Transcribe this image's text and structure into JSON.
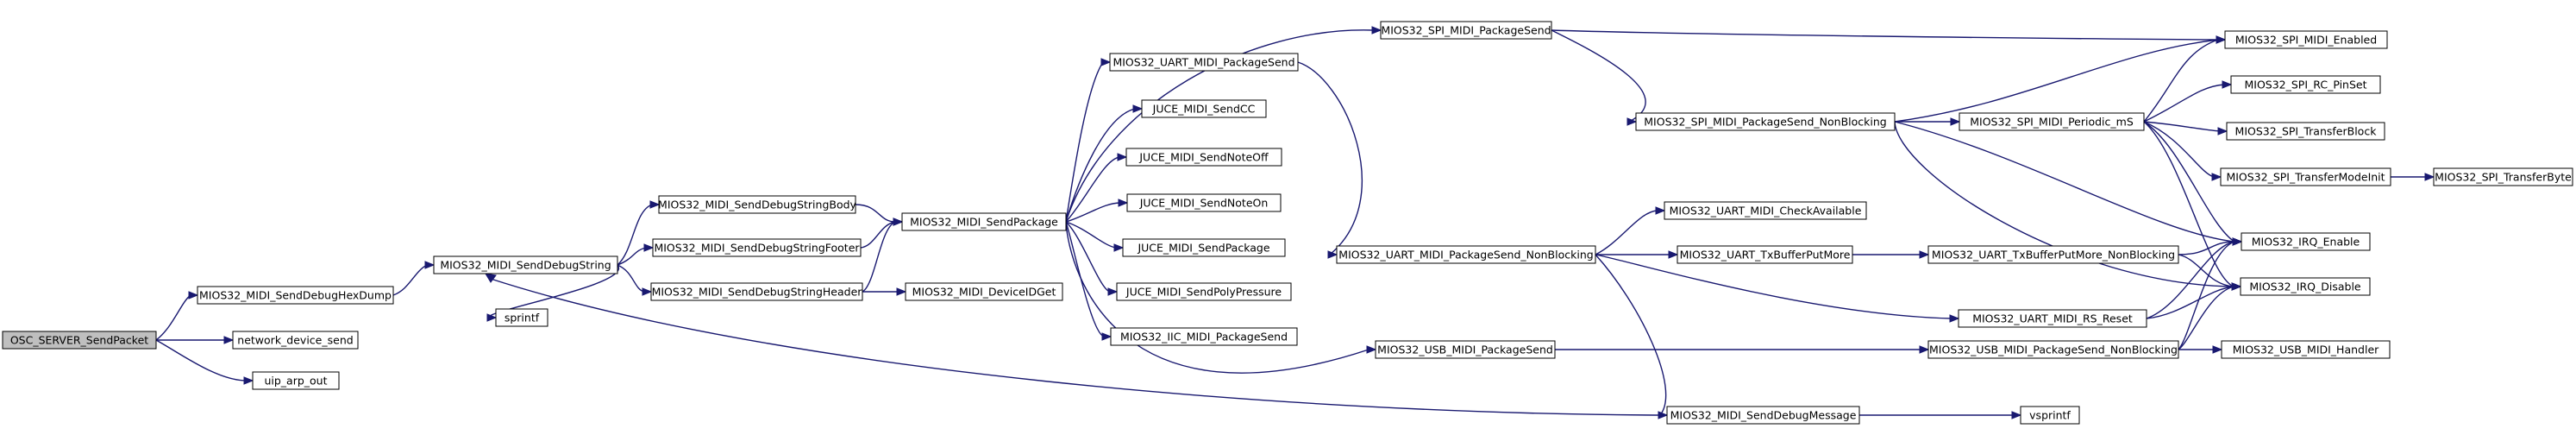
{
  "graph": {
    "colors": {
      "edge": "#191970",
      "node_border": "#000000",
      "node_fill": "#ffffff",
      "root_fill": "#bfbfbf",
      "background": "#ffffff"
    },
    "nodes": {
      "osc": "OSC_SERVER_SendPacket",
      "hexdump": "MIOS32_MIDI_SendDebugHexDump",
      "netsend": "network_device_send",
      "uiparp": "uip_arp_out",
      "dbgstring": "MIOS32_MIDI_SendDebugString",
      "sprintf": "sprintf",
      "body": "MIOS32_MIDI_SendDebugStringBody",
      "footer": "MIOS32_MIDI_SendDebugStringFooter",
      "header": "MIOS32_MIDI_SendDebugStringHeader",
      "sendpkg": "MIOS32_MIDI_SendPackage",
      "devid": "MIOS32_MIDI_DeviceIDGet",
      "uartpkg": "MIOS32_UART_MIDI_PackageSend",
      "jcc": "JUCE_MIDI_SendCC",
      "jnoff": "JUCE_MIDI_SendNoteOff",
      "jnon": "JUCE_MIDI_SendNoteOn",
      "jpkg": "JUCE_MIDI_SendPackage",
      "jpoly": "JUCE_MIDI_SendPolyPressure",
      "iic": "MIOS32_IIC_MIDI_PackageSend",
      "spipkg": "MIOS32_SPI_MIDI_PackageSend",
      "uartnb": "MIOS32_UART_MIDI_PackageSend_NonBlocking",
      "usbpkg": "MIOS32_USB_MIDI_PackageSend",
      "dbgmsg": "MIOS32_MIDI_SendDebugMessage",
      "spinb": "MIOS32_SPI_MIDI_PackageSend_NonBlocking",
      "checkavail": "MIOS32_UART_MIDI_CheckAvailable",
      "txput": "MIOS32_UART_TxBufferPutMore",
      "vsprintf": "vsprintf",
      "spiperiodic": "MIOS32_SPI_MIDI_Periodic_mS",
      "txputnb": "MIOS32_UART_TxBufferPutMore_NonBlocking",
      "rsreset": "MIOS32_UART_MIDI_RS_Reset",
      "usbnb": "MIOS32_USB_MIDI_PackageSend_NonBlocking",
      "spienabled": "MIOS32_SPI_MIDI_Enabled",
      "rcpinset": "MIOS32_SPI_RC_PinSet",
      "xferblock": "MIOS32_SPI_TransferBlock",
      "xfermode": "MIOS32_SPI_TransferModeInit",
      "irqen": "MIOS32_IRQ_Enable",
      "irqdis": "MIOS32_IRQ_Disable",
      "usbhandler": "MIOS32_USB_MIDI_Handler",
      "xferbyte": "MIOS32_SPI_TransferByte"
    }
  }
}
